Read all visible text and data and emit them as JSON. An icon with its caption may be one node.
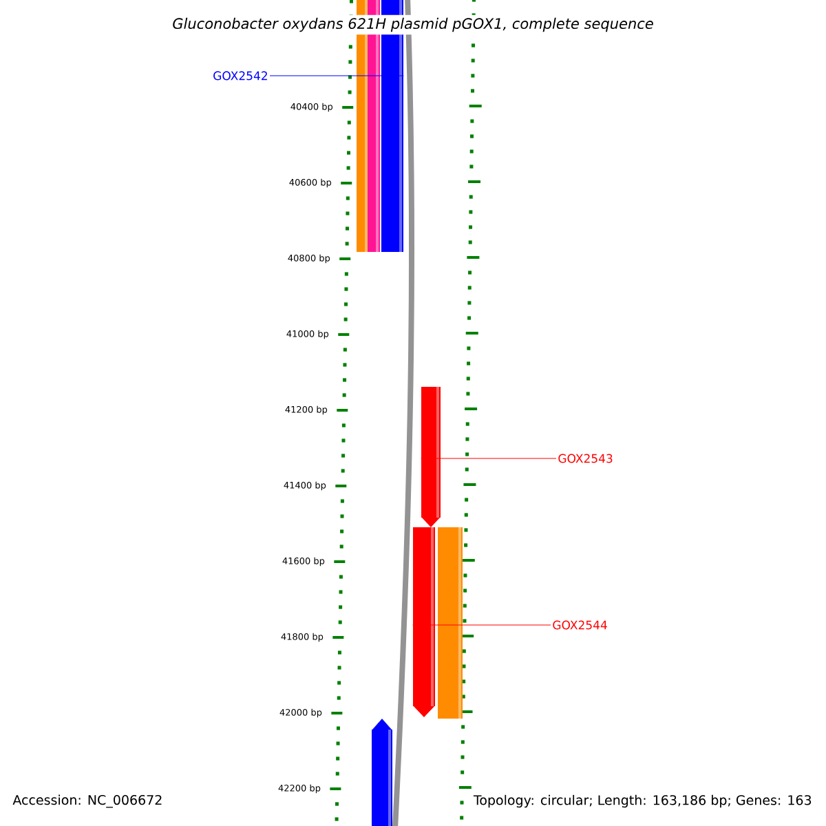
{
  "diagram": {
    "title": "Gluconobacter oxydans 621H plasmid pGOX1, complete sequence",
    "nodes": [
      {
        "text": [],
        "shape": "bar"
      },
      {
        "text": [],
        "shape": "bar"
      },
      {
        "text": [
          "GOX2542"
        ]
      },
      {
        "text": [],
        "shape": "bar"
      },
      {
        "text": [
          "GOX2543"
        ]
      },
      {
        "text": [],
        "shape": "bar"
      },
      {
        "text": [
          "GOX2544"
        ]
      },
      {
        "text": [],
        "shape": "bar"
      },
      {
        "text": [],
        "shape": "bar"
      },
      {
        "text": [],
        "shape": "bar"
      }
    ],
    "edges": [
      {
        "from": 2,
        "to": 3,
        "arrow": "none",
        "color": "#0000ff"
      },
      {
        "from": 4,
        "to": 5,
        "arrow": "none"
      },
      {
        "from": 6,
        "to": 7,
        "arrow": "none"
      }
    ],
    "labels": [
      "40400 bp",
      "40600 bp",
      "40800 bp",
      "41000 bp",
      "41200 bp",
      "41400 bp",
      "41600 bp",
      "41800 bp",
      "42000 bp",
      "42200 bp",
      "Accession: NC_006672",
      "Topology: circular; Length: 163,186 bp; Genes: 163"
    ]
  }
}
